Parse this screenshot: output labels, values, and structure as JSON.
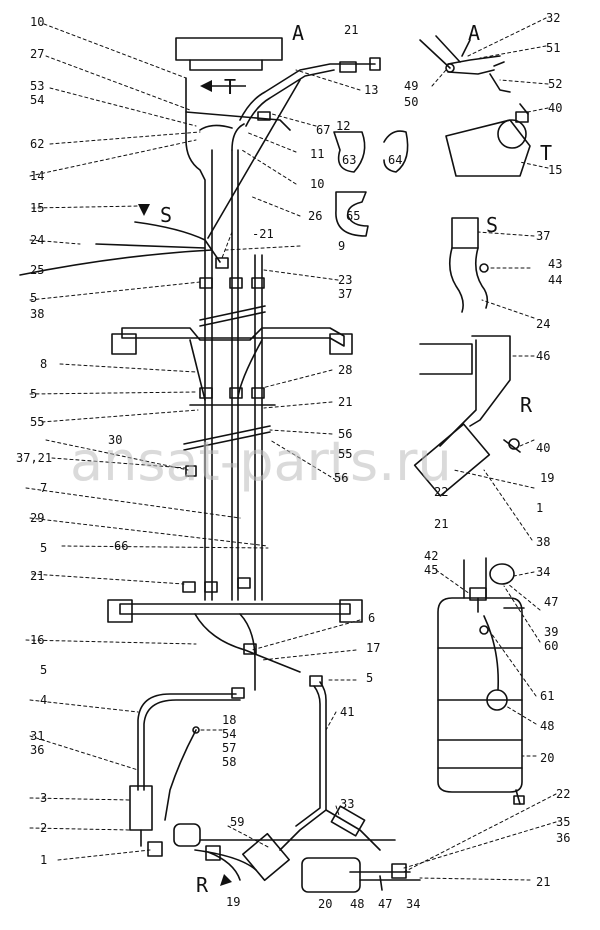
{
  "watermark": "ansat-parts.ru",
  "view_letters": {
    "A_main": "A",
    "A_detail": "A",
    "T_main": "T",
    "T_detail": "T",
    "S_main": "S",
    "S_detail": "S",
    "R_main": "R",
    "R_detail": "R"
  },
  "callouts": {
    "c10": "10",
    "c27": "27",
    "c53": "53",
    "c54": "54",
    "c62": "62",
    "c14": "14",
    "c15": "15",
    "c24": "24",
    "c25": "25",
    "c5a": "5",
    "c38": "38",
    "c8": "8",
    "c5b": "5",
    "c55": "55",
    "c30": "30",
    "c37_21": "37,21",
    "c7": "7",
    "c29": "29",
    "c66": "66",
    "c5c": "5",
    "c21a": "21",
    "c16": "16",
    "c5d": "5",
    "c4": "4",
    "c31": "31",
    "c36a": "36",
    "c3": "3",
    "c2": "2",
    "c1": "1",
    "c19a": "19",
    "c21top": "21",
    "c13": "13",
    "c67": "67",
    "c12": "12",
    "c11": "11",
    "c10b": "10",
    "c26": "26",
    "c21b": "-21",
    "c9": "9",
    "c23": "23",
    "c37a": "37",
    "c28": "28",
    "c21c": "21",
    "c56a": "56",
    "c55b": "55",
    "c56b": "56",
    "c6": "6",
    "c17": "17",
    "c5e": "5",
    "c41": "41",
    "c18": "18",
    "c54b": "54",
    "c57": "57",
    "c58": "58",
    "c59": "59",
    "c33": "33",
    "c20a": "20",
    "c48a": "48",
    "c47a": "47",
    "c34a": "34",
    "c21d": "21",
    "c22a": "22",
    "c35": "35",
    "c36b": "36",
    "c32": "32",
    "c51": "51",
    "c49": "49",
    "c50": "50",
    "c52": "52",
    "c40a": "40",
    "c15b": "15",
    "c63": "63",
    "c64": "64",
    "c65": "65",
    "c37b": "37",
    "c43": "43",
    "c44": "44",
    "c24b": "24",
    "c46": "46",
    "c40b": "40",
    "c19b": "19",
    "c1b": "1",
    "c22b": "22",
    "c38b": "38",
    "c21e": "21",
    "c34b": "34",
    "c42": "42",
    "c45": "45",
    "c47b": "47",
    "c39": "39",
    "c60": "60",
    "c61": "61",
    "c48b": "48",
    "c20b": "20"
  }
}
